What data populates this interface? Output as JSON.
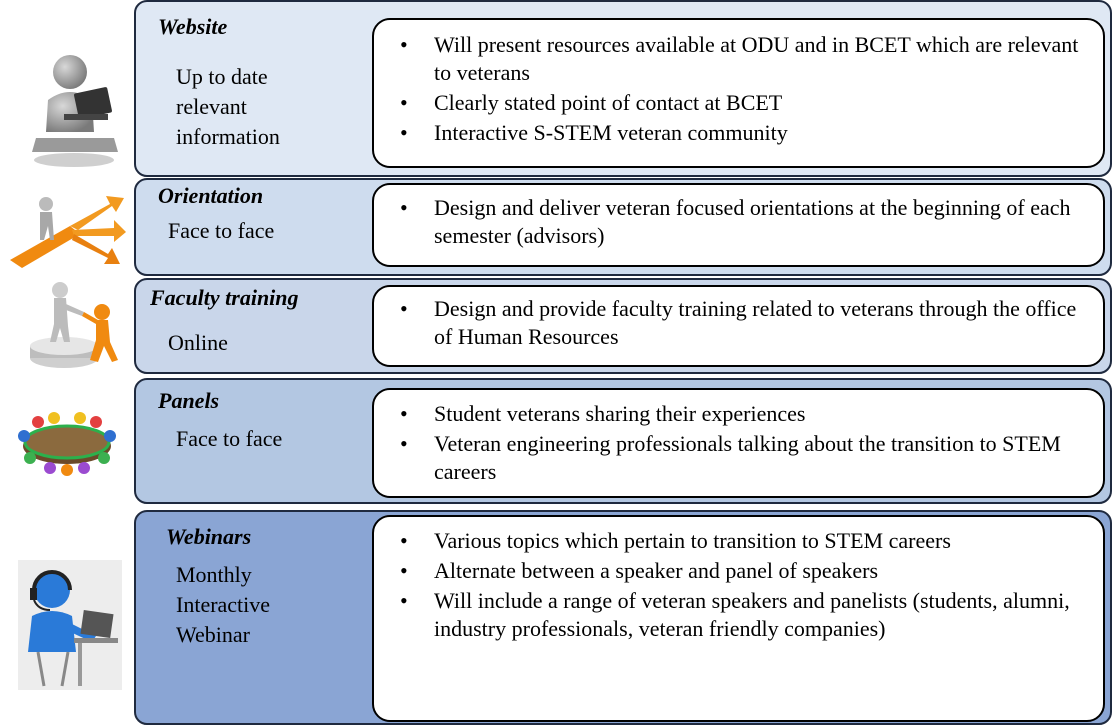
{
  "rows": [
    {
      "heading": "Website",
      "subtitle": [
        "Up to date",
        "relevant",
        "information"
      ],
      "icon": "person-laptop-icon",
      "bullets": [
        "Will present resources available at ODU and in BCET which are relevant to veterans",
        "Clearly stated point of contact at BCET",
        "Interactive S-STEM veteran community"
      ]
    },
    {
      "heading": "Orientation",
      "subtitle": [
        "Face to face"
      ],
      "icon": "crossroads-arrows-icon",
      "bullets": [
        "Design and deliver veteran focused orientations at the beginning of each semester (advisors)"
      ]
    },
    {
      "heading": "Faculty training",
      "subtitle": [
        "Online"
      ],
      "icon": "helping-hand-icon",
      "bullets": [
        "Design and provide faculty training related to veterans through the office of Human Resources"
      ]
    },
    {
      "heading": "Panels",
      "subtitle": [
        "Face to face"
      ],
      "icon": "round-table-meeting-icon",
      "bullets": [
        "Student veterans sharing their experiences",
        "Veteran engineering professionals talking about the transition to STEM careers"
      ]
    },
    {
      "heading": "Webinars",
      "subtitle": [
        "Monthly",
        "Interactive",
        "Webinar"
      ],
      "icon": "headset-computer-user-icon",
      "bullets": [
        "Various topics which pertain to transition to STEM careers",
        "Alternate between a speaker and panel of speakers",
        "Will include a range of veteran speakers and panelists (students, alumni, industry professionals, veteran friendly companies)"
      ]
    }
  ],
  "colors": {
    "row_backgrounds": [
      "#dfe8f4",
      "#cedcee",
      "#c9d6ea",
      "#b3c7e2",
      "#8aa5d4"
    ],
    "border": "#1f2a3f"
  }
}
